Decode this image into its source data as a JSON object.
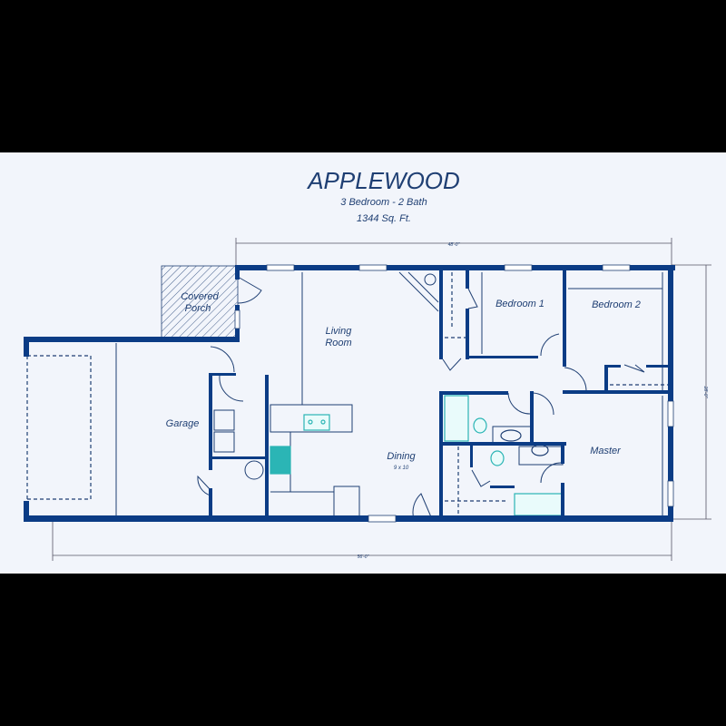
{
  "plan": {
    "title": "APPLEWOOD",
    "subtitle": "3 Bedroom - 2 Bath",
    "area": "1344 Sq. Ft.",
    "rooms": {
      "porch": [
        "Covered",
        "Porch"
      ],
      "living": [
        "Living",
        "Room"
      ],
      "garage": "Garage",
      "bedroom1": "Bedroom 1",
      "bedroom2": "Bedroom 2",
      "master": "Master",
      "dining": "Dining",
      "dining_size": "9 x 10"
    },
    "dimensions": {
      "top": "48'-0\"",
      "bottom": "56'-0\"",
      "right": "28'-0\""
    },
    "colors": {
      "wall": "#0b3c85",
      "text": "#1f3f73",
      "fixture": "#2bb5b5",
      "background": "#f2f5fb"
    }
  }
}
